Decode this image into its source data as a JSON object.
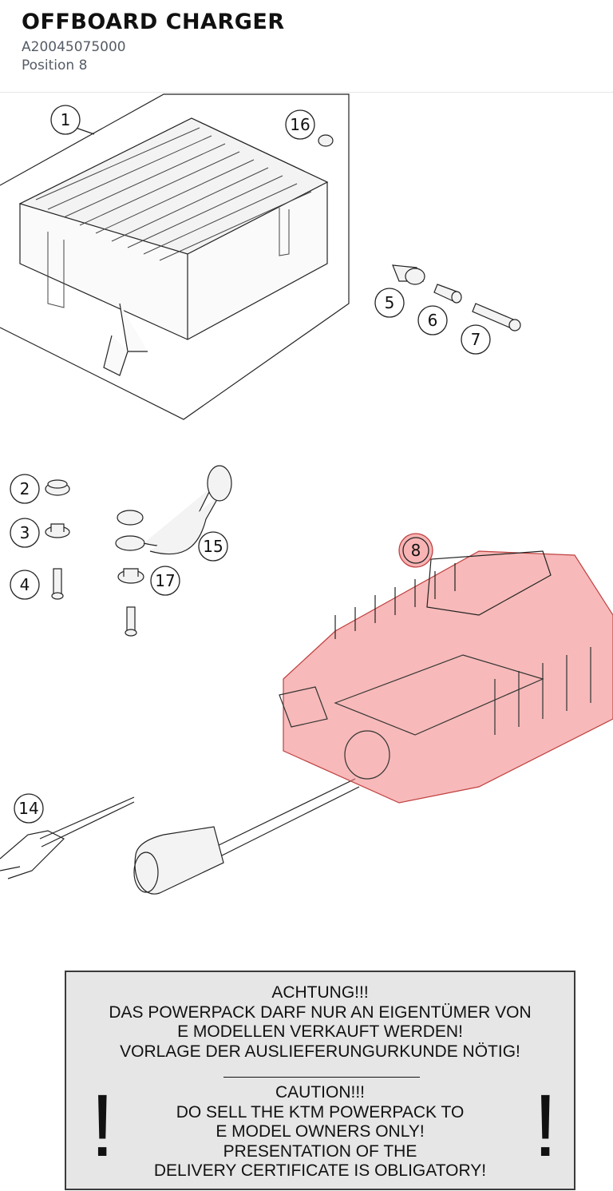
{
  "header": {
    "title": "OFFBOARD CHARGER",
    "part_number": "A20045075000",
    "position": "Position 8"
  },
  "callouts": [
    "1",
    "16",
    "5",
    "6",
    "7",
    "2",
    "3",
    "4",
    "15",
    "17",
    "8",
    "14"
  ],
  "highlight": {
    "label": "8",
    "color": "#f08080"
  },
  "warning": {
    "german": [
      "ACHTUNG!!!",
      "DAS POWERPACK DARF NUR AN EIGENTÜMER VON",
      "E MODELLEN VERKAUFT WERDEN!",
      "VORLAGE DER AUSLIEFERUNGURKUNDE NÖTIG!"
    ],
    "english": [
      "CAUTION!!!",
      "DO SELL THE KTM POWERPACK TO",
      "E MODEL OWNERS ONLY!",
      "PRESENTATION OF THE",
      "DELIVERY CERTIFICATE IS OBLIGATORY!"
    ],
    "exclamation": "!"
  }
}
